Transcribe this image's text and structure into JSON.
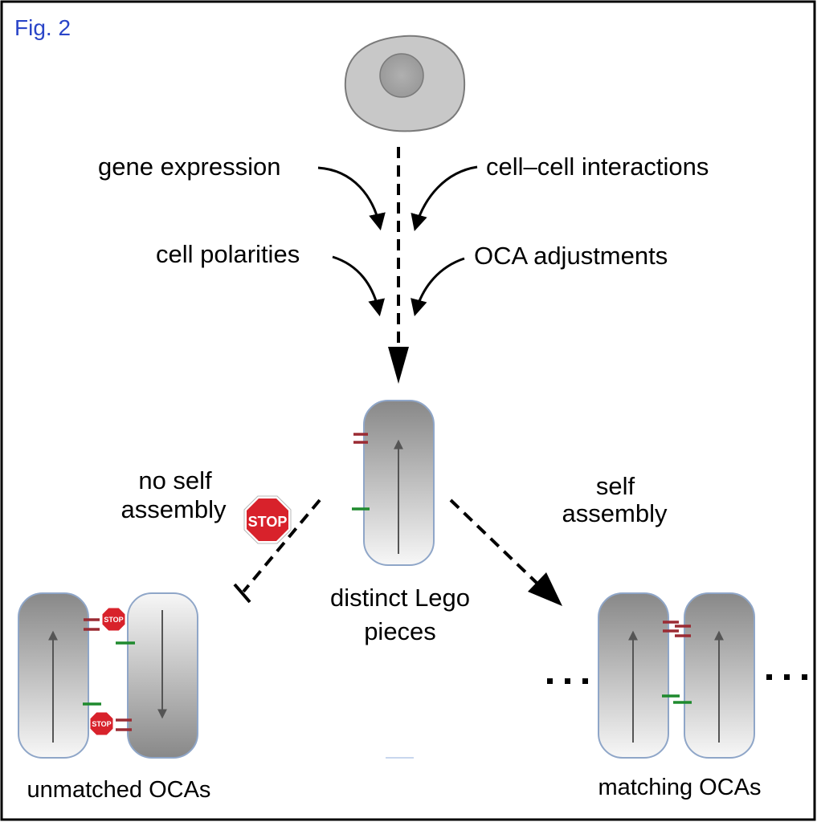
{
  "figure_label": "Fig. 2",
  "inputs": {
    "gene_expression": "gene expression",
    "cell_cell_interactions": "cell–cell interactions",
    "cell_polarities": "cell polarities",
    "oca_adjustments": "OCA adjustments"
  },
  "center": {
    "line1": "distinct Lego",
    "line2": "pieces"
  },
  "left_branch": {
    "line1": "no self",
    "line2": "assembly",
    "stop_text": "STOP",
    "caption": "unmatched OCAs"
  },
  "right_branch": {
    "line1": "self",
    "line2": "assembly",
    "caption": "matching OCAs"
  },
  "colors": {
    "frame": "#000000",
    "figure_label": "#2a45c8",
    "cell_fill": "#c8c8c8",
    "nucleus_fill": "#a8a8a8",
    "piece_border": "#8fa6c8",
    "red_marker": "#9b2b33",
    "green_marker": "#1f8a2e",
    "stop_sign": "#d8222b"
  }
}
